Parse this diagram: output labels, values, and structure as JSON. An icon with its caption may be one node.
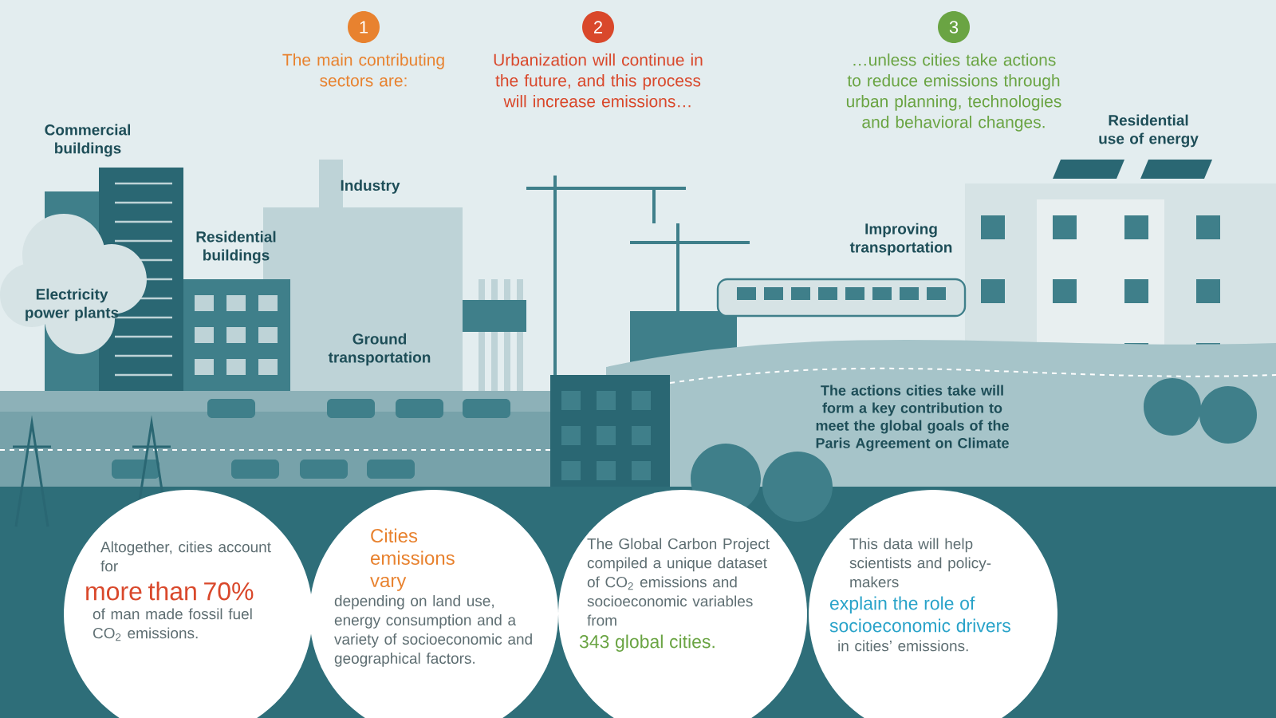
{
  "diagram": {
    "nodes": [
      {
        "text": [
          "1",
          "The main contributing sectors are:"
        ]
      },
      {
        "text": [
          "2",
          "Urbanization will continue in the future, and this process will increase emissions…"
        ]
      },
      {
        "text": [
          "3",
          "…unless cities take actions to reduce emissions through urban planning, technologies and behavioral changes."
        ]
      },
      {
        "text": [
          "Altogether, cities account for",
          "more than 70%",
          "of man made fossil fuel CO$_{2}$ emissions."
        ]
      },
      {
        "text": [
          "Cities emissions vary",
          "depending on land use, energy consumption and a variety of socioeconomic and geographical factors."
        ]
      },
      {
        "text": [
          "The Global Carbon Project compiled a unique dataset of CO$_{2}$ emissions and socioeconomic variables from",
          "343 global cities."
        ]
      },
      {
        "text": [
          "This data will help scientists and policy-makers",
          "explain the role of socioeconomic drivers",
          "in cities’ emissions."
        ]
      }
    ],
    "labels": [
      "Commercial buildings",
      "Residential use of energy",
      "Industry",
      "Residential buildings",
      "Improving transportation",
      "Electricity power plants",
      "Ground transportation",
      "The actions cities take will form **a key contribution** to meet the global goals of the **Paris Agreement on Climate**"
    ]
  }
}
